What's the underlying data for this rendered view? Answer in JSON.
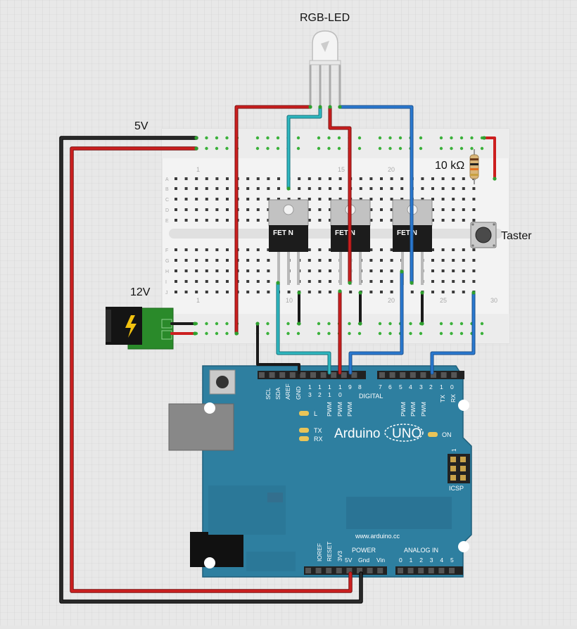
{
  "labels": {
    "led": "RGB-LED",
    "v5": "5V",
    "v12": "12V",
    "resistor": "10 kΩ",
    "button": "Taster"
  },
  "breadboard": {
    "col_numbers": [
      "1",
      "10",
      "15",
      "20",
      "25",
      "30"
    ],
    "row_letters_top": [
      "A",
      "B",
      "C",
      "D",
      "E"
    ],
    "row_letters_bottom": [
      "F",
      "G",
      "H",
      "I",
      "J"
    ]
  },
  "mosfet_label": "FET N",
  "arduino": {
    "brand": "Arduino",
    "model": "UNO",
    "website": "www.arduino.cc",
    "digital_label": "DIGITAL",
    "power_label": "POWER",
    "analog_label": "ANALOG IN",
    "icsp_label": "ICSP",
    "icsp_pin1": "1",
    "on_label": "ON",
    "led_l": "L",
    "led_tx": "TX",
    "led_rx": "RX",
    "top_pins": [
      "SCL",
      "SDA",
      "AREF",
      "GND"
    ],
    "digital_high": [
      "13",
      "12",
      "11",
      "10",
      "9",
      "8"
    ],
    "digital_low": [
      "7",
      "6",
      "5",
      "4",
      "3",
      "2",
      "1",
      "0"
    ],
    "pwm": "PWM",
    "tx_pin": "TX",
    "rx_pin": "RX",
    "power_pins": [
      "IOREF",
      "RESET",
      "3V3",
      "5V",
      "Gnd",
      "Vin"
    ],
    "analog_pins": [
      "0",
      "1",
      "2",
      "3",
      "4",
      "5"
    ]
  },
  "colors": {
    "red_wire": "#cc1f1f",
    "black_wire": "#1a1a1a",
    "blue_wire": "#2a79d0",
    "cyan_wire": "#2fb8c0",
    "arduino_board": "#2e7fa0",
    "breadboard": "#f2f2f2",
    "jack": "#2a8a2a"
  }
}
